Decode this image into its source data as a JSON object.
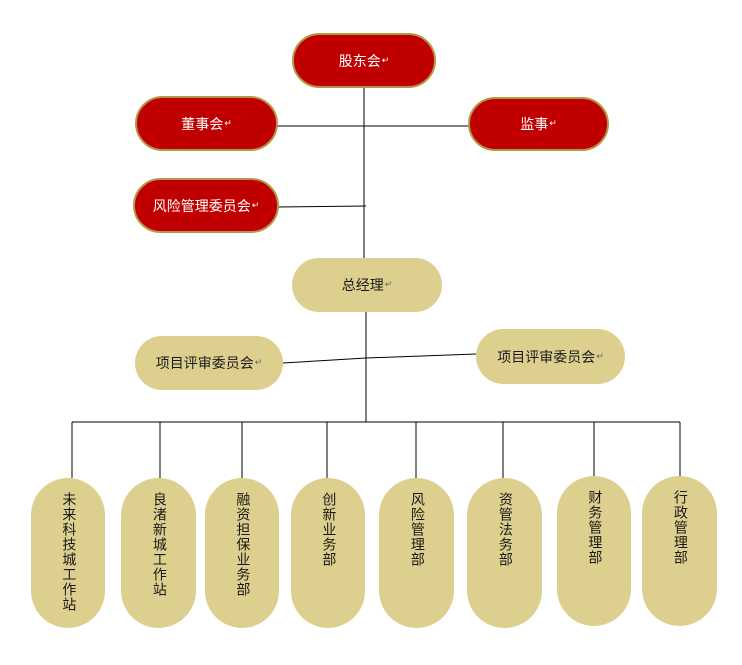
{
  "top": {
    "shareholders": "股东会",
    "board": "董事会",
    "supervisor": "监事",
    "risk_committee": "风险管理委员会"
  },
  "middle": {
    "general_manager": "总经理",
    "review_committee_left": "项目评审委员会",
    "review_committee_right": "项目评审委员会"
  },
  "departments": [
    {
      "label": "未来科技城工作站"
    },
    {
      "label": "良渚新城工作站"
    },
    {
      "label": "融资担保业务部"
    },
    {
      "label": "创新业务部"
    },
    {
      "label": "风险管理部"
    },
    {
      "label": "资管法务部"
    },
    {
      "label": "财务管理部"
    },
    {
      "label": "行政管理部"
    }
  ],
  "colors": {
    "governance_fill": "#c00000",
    "management_fill": "#ddcf8e",
    "line": "#000000"
  }
}
